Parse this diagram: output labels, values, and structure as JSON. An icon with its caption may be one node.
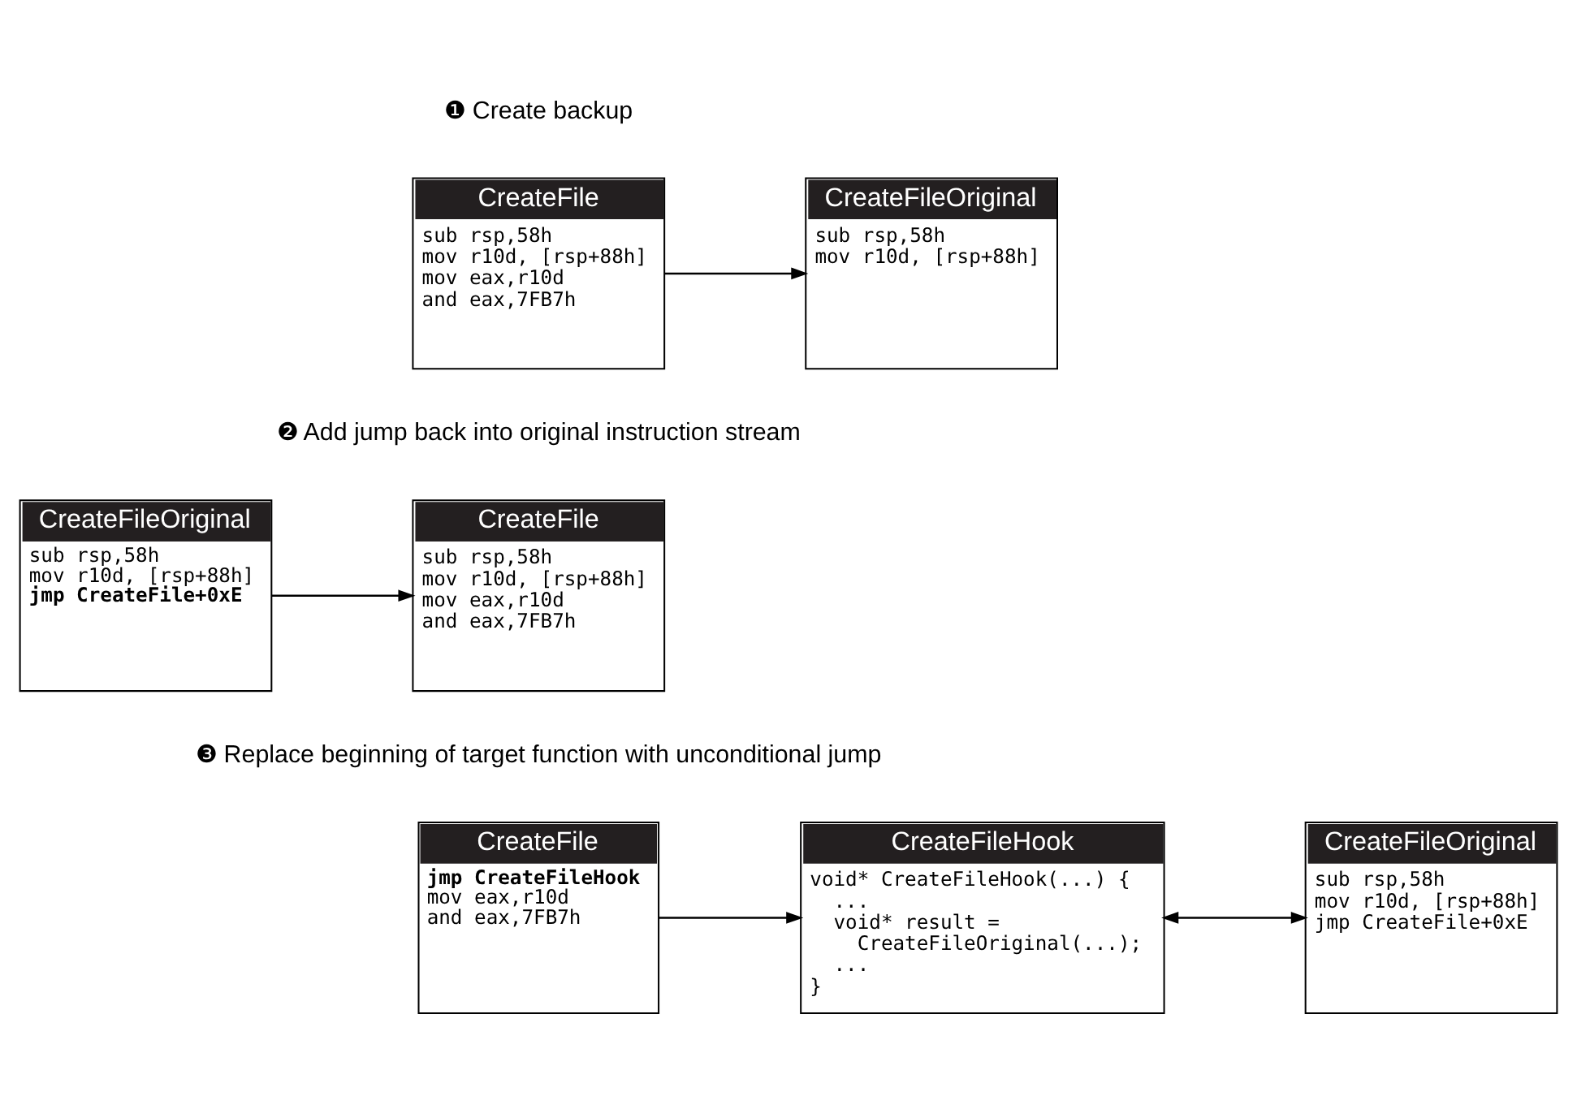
{
  "diagram": {
    "nodes": [
      {
        "text": [
          "CreateFile",
          "sub rsp,58h",
          "mov r10d, [rsp+88h]",
          "mov eax,r10d",
          "and eax,7FB7h"
        ]
      },
      {
        "text": [
          "CreateFileOriginal",
          "sub rsp,58h",
          "mov r10d, [rsp+88h]"
        ]
      },
      {
        "text": [
          "CreateFile",
          "sub rsp,58h",
          "mov r10d, [rsp+88h]",
          "mov eax,r10d",
          "and eax,7FB7h"
        ]
      },
      {
        "text": [
          "CreateFileOriginal",
          "sub rsp,58h",
          "mov r10d, [rsp+88h]",
          "**jmp CreateFile+0xE**"
        ]
      },
      {
        "text": [
          "CreateFile",
          "**jmp CreateFileHook**",
          "mov eax,r10d",
          "and eax,7FB7h"
        ]
      },
      {
        "text": [
          "CreateFileHook",
          "void* CreateFileHook(...) {",
          "  ...",
          "  void* result =",
          "    CreateFileOriginal(...);",
          "  ...",
          "}"
        ]
      },
      {
        "text": [
          "CreateFileOriginal",
          "sub rsp,58h",
          "mov r10d, [rsp+88h]",
          "jmp CreateFile+0xE"
        ]
      }
    ],
    "edges": [
      {
        "from": 0,
        "to": 1,
        "arrow": "to"
      },
      {
        "from": 3,
        "to": 2,
        "arrow": "to"
      },
      {
        "from": 4,
        "to": 5,
        "arrow": "to"
      },
      {
        "from": 5,
        "to": 6,
        "arrow": "both"
      }
    ],
    "labels": [
      "❶ Create backup",
      "❷ Add jump back into original instruction stream",
      "❸ Replace beginning of target function with unconditional jump"
    ]
  }
}
